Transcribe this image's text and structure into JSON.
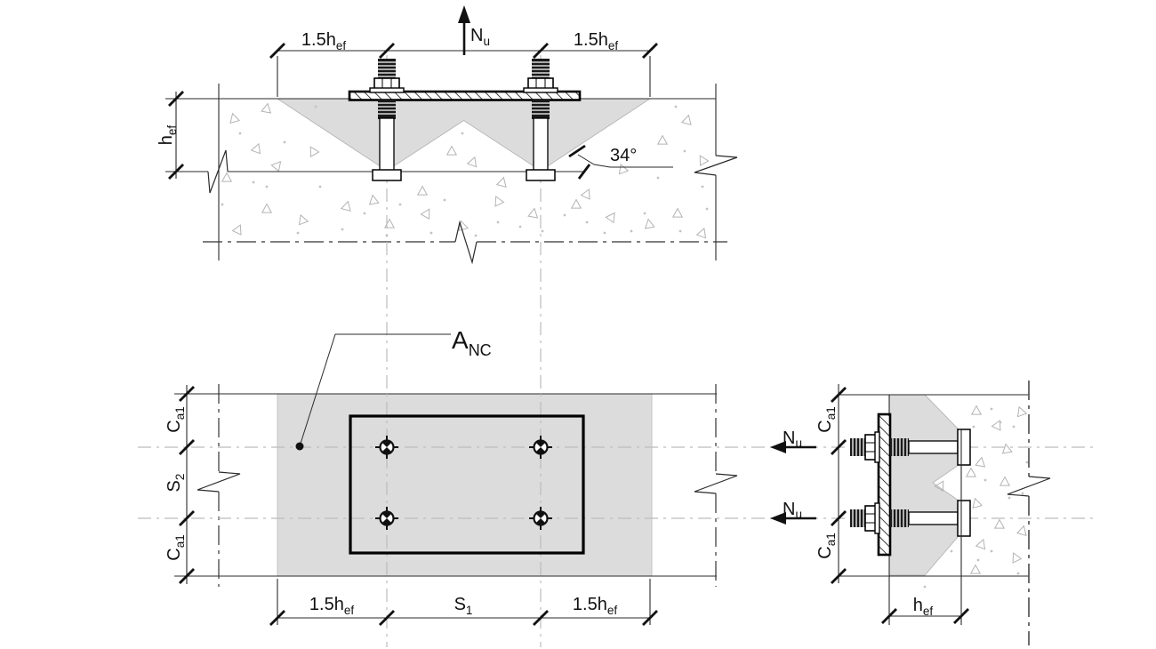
{
  "colors": {
    "background": "#ffffff",
    "concrete_fill": "#dcdcdc",
    "cone_edge": "#b5b5b5",
    "line": "#2a2a2a",
    "centerline": "#bcbcbc",
    "texture": "#b3b3b3",
    "text": "#111111"
  },
  "labels": {
    "force": {
      "base": "N",
      "sub": "u"
    },
    "embedment_depth": {
      "base": "h",
      "sub": "ef"
    },
    "cone_halfwidth": {
      "base": "1.5h",
      "sub": "ef"
    },
    "edge_distance": {
      "base": "C",
      "sub": "a1"
    },
    "anchor_spacing_1": {
      "base": "S",
      "sub": "1"
    },
    "anchor_spacing_2": {
      "base": "S",
      "sub": "2"
    },
    "breakout_area": {
      "base": "A",
      "sub": "NC"
    },
    "cone_angle": "34°"
  }
}
